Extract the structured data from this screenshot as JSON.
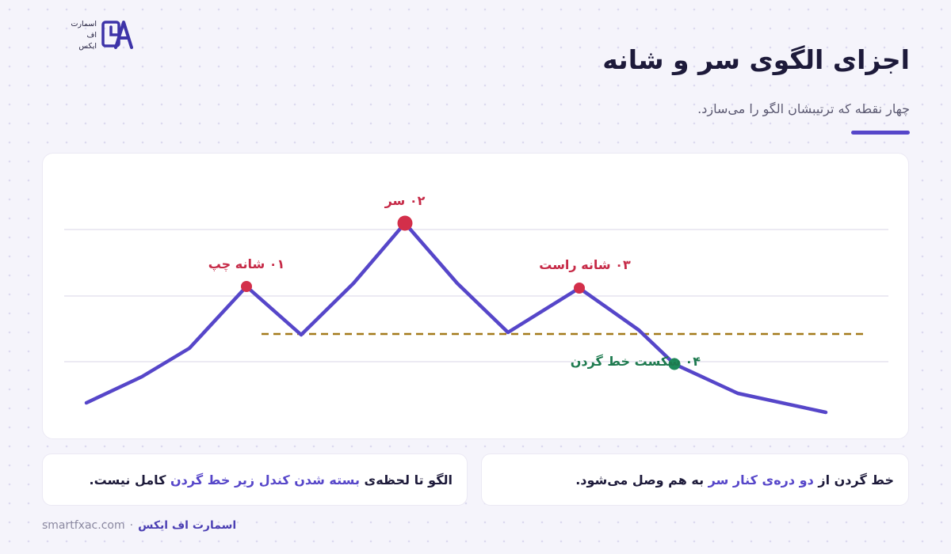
{
  "logo": {
    "line1": "اسمارت",
    "line2": "اف",
    "line3": "ایکس"
  },
  "title": "اجزای الگوی سر و شانه",
  "subtitle": "چهار نقطه که ترتیبشان الگو را می‌سازد.",
  "chart": {
    "labels": {
      "left_shoulder": "۰۱ شانه چپ",
      "head": "۰۲ سر",
      "right_shoulder": "۰۳ شانه راست",
      "neckline_break": "۰۴ شکست خط گردن"
    },
    "colors": {
      "line": "#5646c9",
      "peak": "#d32f4a",
      "break": "#1e8a5a",
      "neckline": "#a37a1a",
      "grid": "#e6e4ef",
      "peak_label": "#c62a47",
      "break_label": "#1e7a4f"
    }
  },
  "notes": {
    "right": {
      "p1": "خط گردن از ",
      "h1": "دو دره‌ی کنار سر",
      "p2": " به هم وصل می‌شود."
    },
    "left": {
      "p1": "الگو تا لحظه‌ی ",
      "h1": "بسته شدن کندل زیر خط گردن",
      "p2": " کامل نیست."
    }
  },
  "footer": {
    "brand": "اسمارت اف ایکس",
    "separator": "·",
    "url": "smartfxac.com"
  }
}
